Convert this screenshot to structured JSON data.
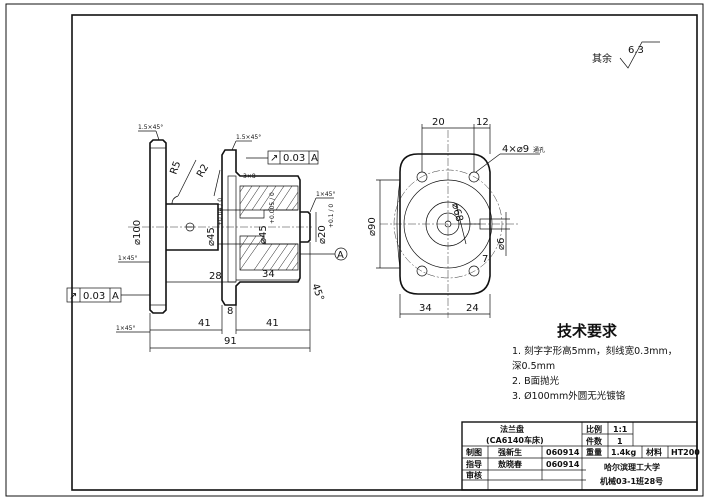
{
  "roughness": {
    "prefix": "其余",
    "value": "6.3"
  },
  "tolerance_frames": [
    {
      "symbol": "↗",
      "value": "0.03",
      "datum": "A"
    },
    {
      "symbol": "↗",
      "value": "0.03",
      "datum": "A"
    }
  ],
  "datum_label": "A",
  "left_view": {
    "dims": {
      "chamfer_top_flange": "1.5×45°",
      "chamfer_top_hub": "1.5×45°",
      "chamfer_left": "1×45°",
      "chamfer_bottom": "1×45°",
      "chamfer_right": "1×45°",
      "r5": "R5",
      "r2": "R2",
      "groove": "3×8",
      "dia_100": "⌀100",
      "dia_45": "⌀45",
      "dia_45_tol": "+0.04 / 0",
      "dia_45b": "⌀45",
      "dia_45b_tol": "+0.005 / 0",
      "dia_20": "⌀20",
      "dia_20_tol": "+0.1 / 0",
      "angle_45": "45°",
      "len_28": "28",
      "len_34": "34",
      "len_41_a": "41",
      "len_41_b": "41",
      "len_8": "8",
      "len_91": "91"
    }
  },
  "right_view": {
    "dims": {
      "top_20": "20",
      "top_12": "12",
      "holes": "4×⌀9",
      "holes_suffix": "通孔",
      "dia_90": "⌀90",
      "dia_68": "⌀68",
      "dia_6": "⌀6",
      "len_7": "7",
      "bottom_34": "34",
      "bottom_24": "24"
    }
  },
  "notes": {
    "title": "技术要求",
    "items": [
      "1. 刻字字形高5mm，刻线宽0.3mm，",
      "深0.5mm",
      "2. B面抛光",
      "3. Ø100mm外圆无光镀铬"
    ]
  },
  "title_block": {
    "part_name": "法兰盘",
    "part_sub": "(CA6140车床)",
    "scale_label": "比例",
    "scale_value": "1:1",
    "qty_label": "件数",
    "qty_value": "1",
    "drawn_label": "制图",
    "drawn_name": "强新生",
    "drawn_date": "060914",
    "weight_label": "重量",
    "weight_value": "1.4kg",
    "material_label": "材料",
    "material_value": "HT200",
    "guide_label": "指导",
    "guide_name": "敖晓春",
    "guide_date": "060914",
    "school": "哈尔滨理工大学",
    "review_label": "审核",
    "class_info": "机械03-1班28号"
  }
}
